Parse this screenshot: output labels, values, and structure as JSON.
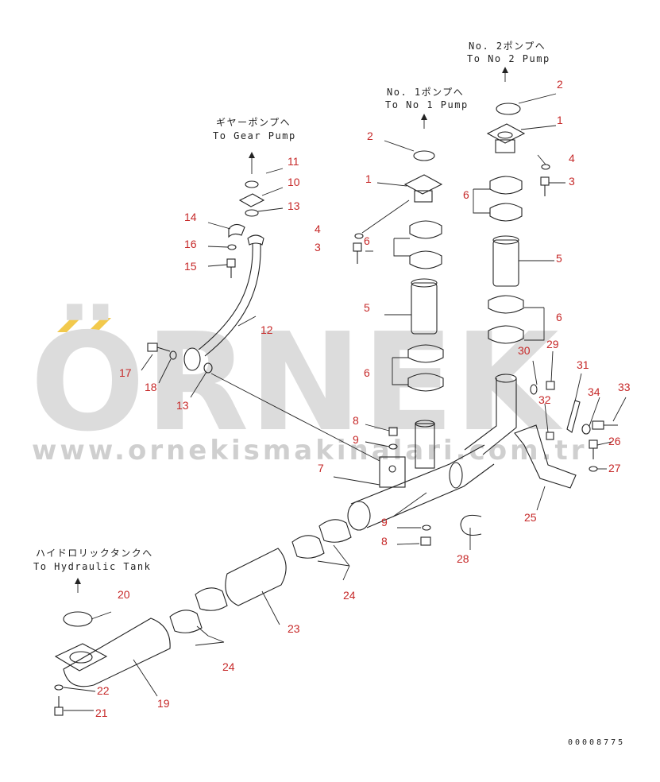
{
  "destinations": {
    "no2_pump": {
      "jp": "No. 2ポンプへ",
      "en": "To No 2 Pump"
    },
    "no1_pump": {
      "jp": "No. 1ポンプへ",
      "en": "To No 1 Pump"
    },
    "gear_pump": {
      "jp": "ギヤーポンプへ",
      "en": "To Gear Pump"
    },
    "hydraulic_tank": {
      "jp": "ハイドロリックタンクへ",
      "en": "To Hydraulic Tank"
    }
  },
  "watermark": {
    "brand": "ÖRNEK",
    "url": "www.ornekismakinalari.com.tr"
  },
  "drawing_code": "00008775",
  "part_numbers": [
    "1",
    "1",
    "2",
    "2",
    "2",
    "3",
    "3",
    "4",
    "4",
    "5",
    "5",
    "6",
    "6",
    "6",
    "6",
    "7",
    "8",
    "8",
    "9",
    "9",
    "10",
    "11",
    "12",
    "13",
    "13",
    "14",
    "15",
    "16",
    "17",
    "18",
    "19",
    "20",
    "21",
    "22",
    "23",
    "24",
    "24",
    "25",
    "26",
    "27",
    "28",
    "29",
    "30",
    "31",
    "32",
    "33",
    "34"
  ],
  "colors": {
    "label": "#c62828",
    "line": "#222222",
    "watermark": "#dcdcdc",
    "watermark_accent": "#f2c94c"
  }
}
